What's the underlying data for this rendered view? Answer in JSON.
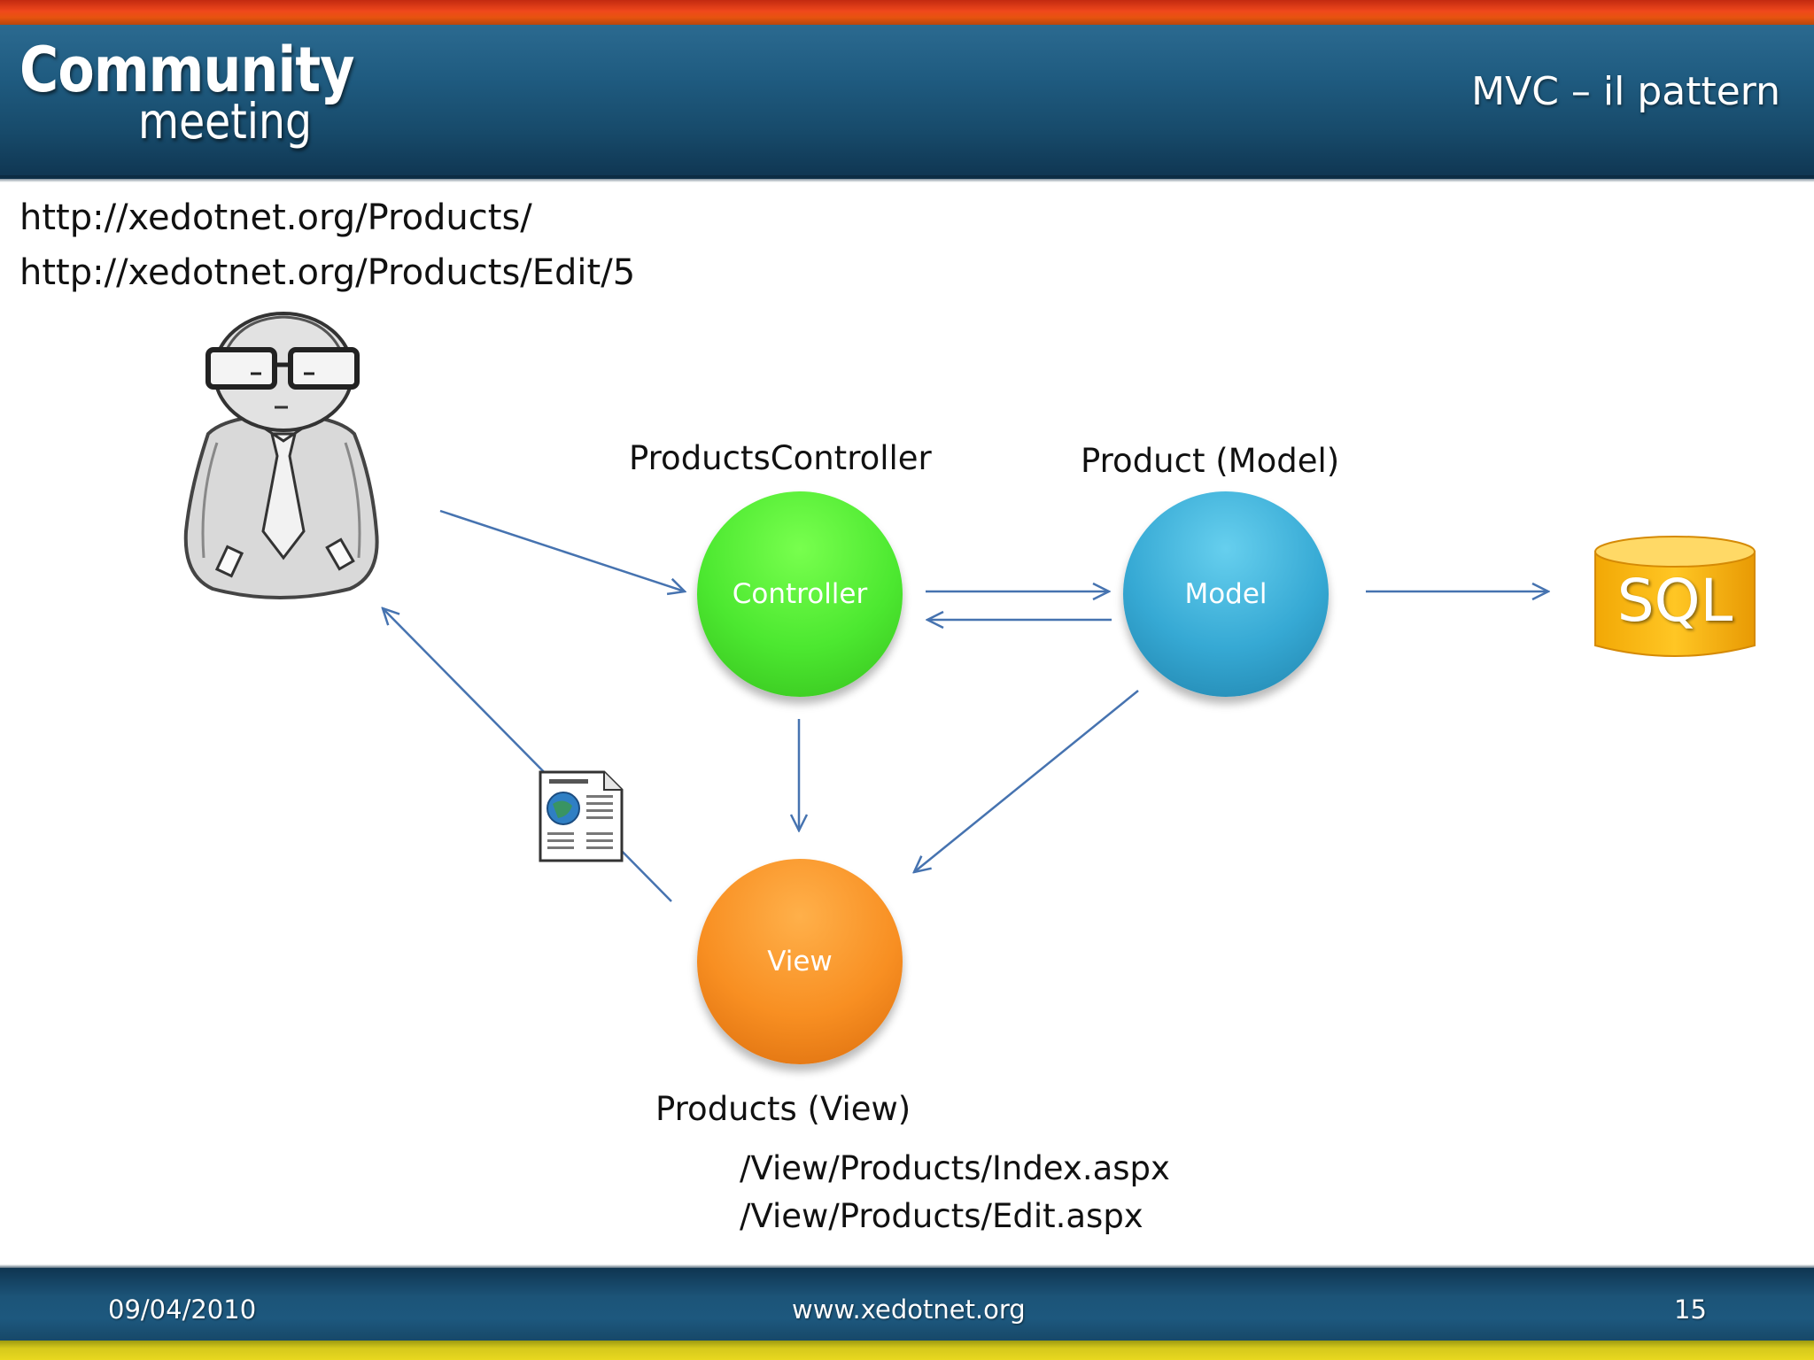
{
  "header": {
    "logo_main": "Community",
    "logo_sub": "meeting",
    "title": "MVC – il pattern"
  },
  "urls": [
    "http://xedotnet.org/Products/",
    "http://xedotnet.org/Products/Edit/5"
  ],
  "nodes": {
    "controller": {
      "label": "ProductsController",
      "text": "Controller",
      "color": "#4ce830"
    },
    "model": {
      "label": "Product (Model)",
      "text": "Model",
      "color": "#36a9d4"
    },
    "view": {
      "label": "Products (View)",
      "text": "View",
      "color": "#f88f22"
    },
    "sql": {
      "text": "SQL",
      "color": "#ffc21a"
    }
  },
  "view_files": [
    "/View/Products/Index.aspx",
    "/View/Products/Edit.aspx"
  ],
  "icons": {
    "user": "person-icon",
    "page": "web-page-icon",
    "database": "database-icon"
  },
  "footer": {
    "date": "09/04/2010",
    "site": "www.xedotnet.org",
    "page_number": "15"
  }
}
